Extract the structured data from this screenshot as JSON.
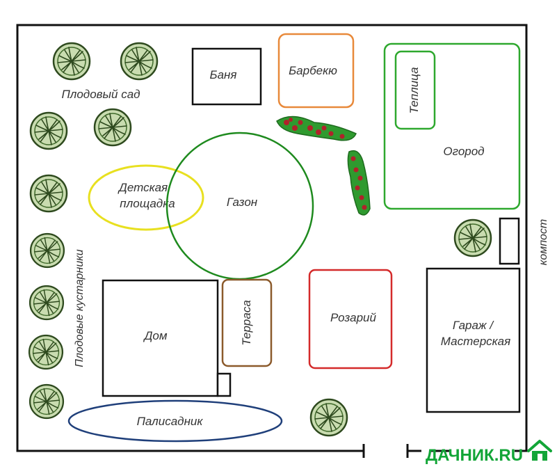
{
  "labels": {
    "orchard": "Плодовый сад",
    "bathhouse": "Баня",
    "barbecue": "Барбекю",
    "greenhouse": "Теплица",
    "garden": "Огород",
    "playground_line1": "Детская",
    "playground_line2": "площадка",
    "lawn": "Газон",
    "compost": "компост",
    "fruit_shrubs": "Плодовые кустарники",
    "house": "Дом",
    "terrace": "Терраса",
    "rosary": "Розарий",
    "garage_line1": "Гараж /",
    "garage_line2": "Мастерская",
    "front_garden": "Палисадник"
  },
  "logo": {
    "text": "ДАЧНИК.RU"
  },
  "colors": {
    "border": "#111111",
    "barbecue": "#e8893a",
    "greenhouse": "#2ea82e",
    "playground": "#e8e020",
    "lawn": "#1e8a1e",
    "terrace": "#8b5a2b",
    "rosary": "#d42a2a",
    "front_garden": "#1f3f7a",
    "tree_fill": "#c9dcb0",
    "tree_stroke": "#2e4a1e",
    "berry": "#b0222a",
    "hedge": "#2f9a2f",
    "logo": "#12a537"
  },
  "icons": {
    "tree": "tree-icon",
    "house": "house-icon"
  }
}
